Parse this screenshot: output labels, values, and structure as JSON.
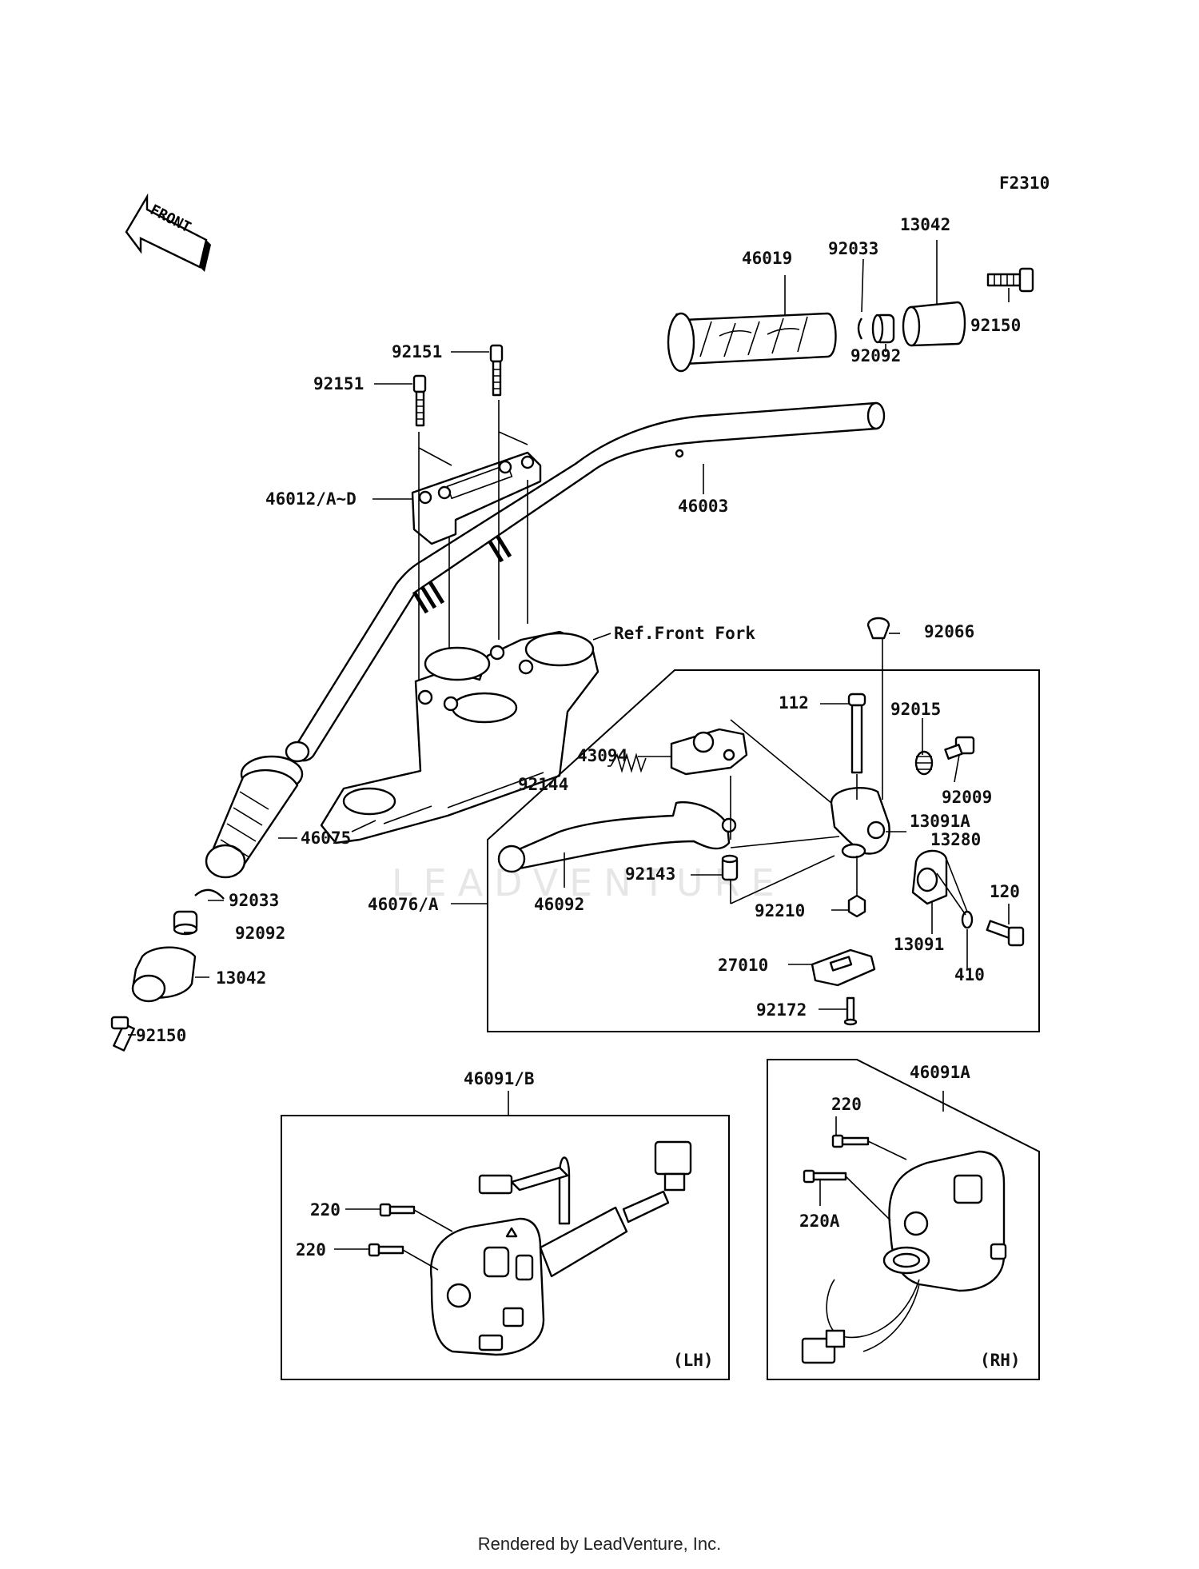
{
  "diagram": {
    "code": "F2310",
    "front_arrow_text": "FRONT",
    "watermark": "LEADVENTURE",
    "labels": [
      {
        "id": "p46019",
        "text": "46019"
      },
      {
        "id": "p92033a",
        "text": "92033"
      },
      {
        "id": "p13042a",
        "text": "13042"
      },
      {
        "id": "p92150a",
        "text": "92150"
      },
      {
        "id": "p92092a",
        "text": "92092"
      },
      {
        "id": "p92151a",
        "text": "92151"
      },
      {
        "id": "p92151b",
        "text": "92151"
      },
      {
        "id": "p46012",
        "text": "46012/A~D"
      },
      {
        "id": "p46003",
        "text": "46003"
      },
      {
        "id": "pfork",
        "text": "Ref.Front Fork"
      },
      {
        "id": "p92066",
        "text": "92066"
      },
      {
        "id": "p112",
        "text": "112"
      },
      {
        "id": "p92015",
        "text": "92015"
      },
      {
        "id": "p43094",
        "text": "43094"
      },
      {
        "id": "p92144",
        "text": "92144"
      },
      {
        "id": "p92009",
        "text": "92009"
      },
      {
        "id": "p13091A",
        "text": "13091A"
      },
      {
        "id": "p13280",
        "text": "13280"
      },
      {
        "id": "p46075",
        "text": "46075"
      },
      {
        "id": "p92143",
        "text": "92143"
      },
      {
        "id": "p120",
        "text": "120"
      },
      {
        "id": "p92033b",
        "text": "92033"
      },
      {
        "id": "p46076",
        "text": "46076/A"
      },
      {
        "id": "p46092",
        "text": "46092"
      },
      {
        "id": "p92210",
        "text": "92210"
      },
      {
        "id": "p13091",
        "text": "13091"
      },
      {
        "id": "p92092b",
        "text": "92092"
      },
      {
        "id": "p27010",
        "text": "27010"
      },
      {
        "id": "p410",
        "text": "410"
      },
      {
        "id": "p13042b",
        "text": "13042"
      },
      {
        "id": "p92172",
        "text": "92172"
      },
      {
        "id": "p92150b",
        "text": "92150"
      },
      {
        "id": "p46091B",
        "text": "46091/B"
      },
      {
        "id": "p46091A",
        "text": "46091A"
      },
      {
        "id": "p220a",
        "text": "220"
      },
      {
        "id": "p220b",
        "text": "220"
      },
      {
        "id": "p220c",
        "text": "220"
      },
      {
        "id": "p220A",
        "text": "220A"
      },
      {
        "id": "pLH",
        "text": "(LH)"
      },
      {
        "id": "pRH",
        "text": "(RH)"
      }
    ]
  },
  "footer": {
    "text": "Rendered by LeadVenture, Inc."
  }
}
